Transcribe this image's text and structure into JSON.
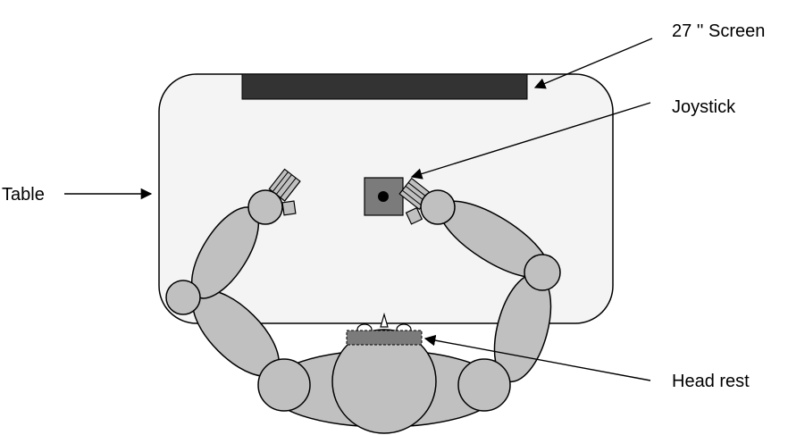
{
  "labels": {
    "screen": "27 '' Screen",
    "joystick": "Joystick",
    "table": "Table",
    "head_rest": "Head rest"
  },
  "colors": {
    "table_fill": "#f4f4f4",
    "screen_fill": "#333333",
    "joystick_fill": "#7b7b7b",
    "body_fill": "#c0c0c0",
    "head_rest_fill": "#7b7b7b",
    "outline": "#000000"
  }
}
